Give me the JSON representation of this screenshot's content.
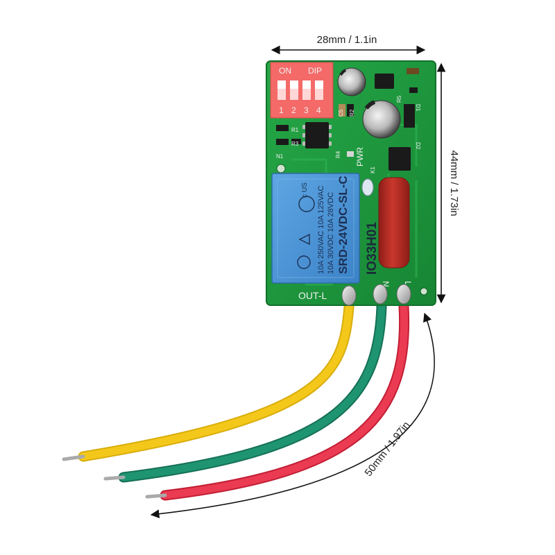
{
  "dimensions": {
    "width": "28mm / 1.1in",
    "height": "44mm / 1.73in",
    "wire_length": "50mm / 1.97in"
  },
  "dip_switch": {
    "on_label": "ON",
    "dip_label": "DIP",
    "positions": [
      "1",
      "2",
      "3",
      "4"
    ]
  },
  "board": {
    "model": "IO33H01",
    "pwr_label": "PWR",
    "out_label": "OUT-L",
    "n_label": "N",
    "l_label": "L",
    "components": {
      "r1": "R1",
      "r2": "R2",
      "r3": "R3",
      "r4": "R4",
      "r5": "R5",
      "c5": "C5",
      "d1": "D1",
      "d2": "D2",
      "n1": "N1",
      "k1": "K1"
    }
  },
  "relay": {
    "model": "SRD-24VDC-SL-C",
    "rating_ac": "10A 250VAC  10A 125VAC",
    "rating_dc": "10A 30VDC  10A 28VDC",
    "us_mark": "US",
    "c_mark": "c"
  },
  "colors": {
    "pcb": "#1f9a3d",
    "relay": "#4a94d6",
    "dip_switch": "#f15c5c",
    "capacitor": "#b92a22",
    "wire_yellow": "#f1c40f",
    "wire_green": "#1e8f6a",
    "wire_red": "#e8334a"
  }
}
